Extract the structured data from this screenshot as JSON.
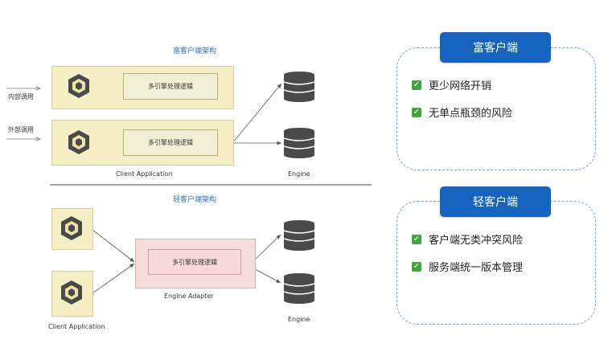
{
  "diagram": {
    "rich_title": "富客户端架构",
    "light_title": "轻客户端架构",
    "internal_call": "内部调用",
    "external_call": "外部调用",
    "logic_label": "多引擎处理逻辑",
    "client_application": "Client Application",
    "engine": "Engine",
    "engine_adapter": "Engine Adapter"
  },
  "panels": {
    "rich": {
      "title": "富客户端",
      "items": [
        "更少网络开销",
        "无单点瓶颈的风险"
      ]
    },
    "light": {
      "title": "轻客户端",
      "items": [
        "客户端无类冲突风险",
        "服务端统一版本管理"
      ]
    }
  },
  "colors": {
    "accent_blue": "#1565c0",
    "check_green": "#3fa53f",
    "client_fill": "#f6efc6",
    "adapter_fill": "#f7dcdc",
    "dashed_border": "#6fa4d4"
  },
  "icons": [
    "kubernetes-style-icon",
    "database-icon",
    "check-icon",
    "arrow-icon"
  ]
}
